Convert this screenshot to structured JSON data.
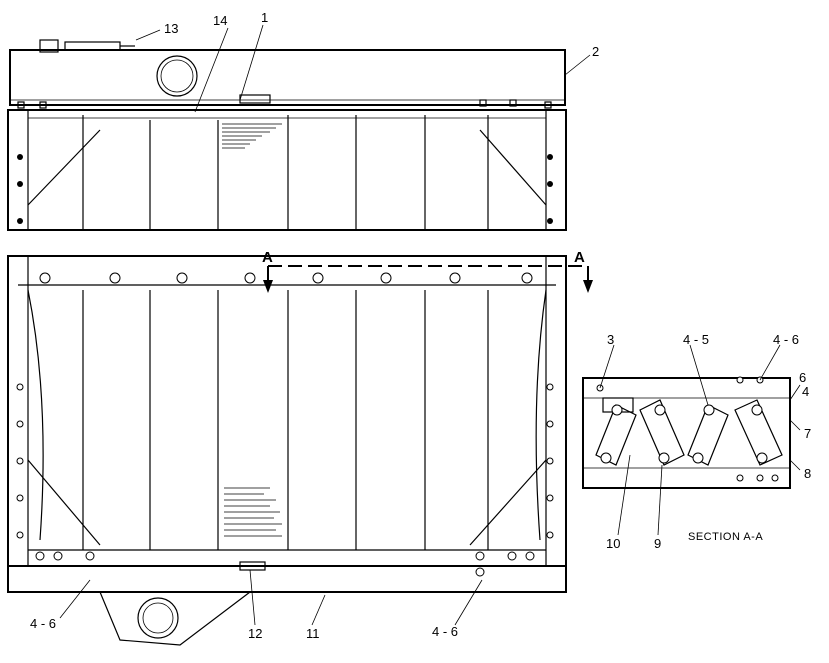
{
  "callouts": {
    "c1": "1",
    "c2": "2",
    "c3": "3",
    "c4_5": "4 - 5",
    "c4_6_top": "4 - 6",
    "c6": "6",
    "c4_side": "4",
    "c7": "7",
    "c8": "8",
    "c9": "9",
    "c10": "10",
    "c11": "11",
    "c12": "12",
    "c13": "13",
    "c14": "14",
    "c4_6_left": "4 - 6",
    "c4_6_right": "4 - 6"
  },
  "section_marker": {
    "left": "A",
    "right": "A"
  },
  "section_caption": "SECTION A-A"
}
